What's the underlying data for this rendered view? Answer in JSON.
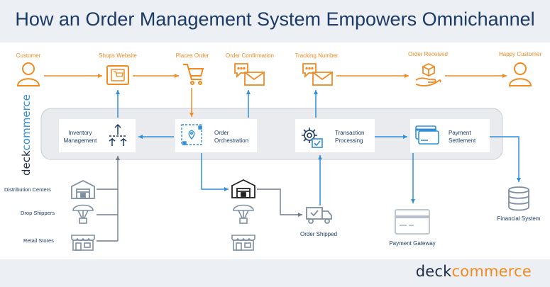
{
  "title": "How an Order Management System Empowers Omnichannel",
  "brand": {
    "deck": "deck",
    "commerce": "commerce"
  },
  "colors": {
    "orange": "#f18a21",
    "blue": "#2f8fda",
    "navy": "#1b3a66",
    "gray": "#7f8fa0"
  },
  "journey": {
    "customer": "Customer",
    "shops_website": "Shops Website",
    "places_order": "Places Order",
    "order_confirmation": "Order Confirmation",
    "tracking_number": "Tracking Number",
    "order_received": "Order Received",
    "happy_customer": "Happy Customer"
  },
  "oms": {
    "inventory_1": "Inventory",
    "inventory_2": "Management",
    "orchestration_1": "Order",
    "orchestration_2": "Orchestration",
    "transaction_1": "Transaction",
    "transaction_2": "Processing",
    "payment_1": "Payment",
    "payment_2": "Settlement"
  },
  "sources": {
    "distribution_centers": "Distribution Centers",
    "drop_shippers": "Drop Shippers",
    "retail_stores": "Retail Stores"
  },
  "outputs": {
    "order_shipped": "Order Shipped",
    "payment_gateway": "Payment Gateway",
    "financial_system": "Financial System"
  },
  "icons": [
    "person-icon",
    "tablet-cart-icon",
    "cart-icon",
    "chat-mail-icon",
    "box-hand-icon",
    "warehouse-icon",
    "parachute-icon",
    "store-icon",
    "truck-icon",
    "gateway-icon",
    "database-icon",
    "gear-icon",
    "card-icon",
    "pin-icon",
    "arrows-icon"
  ]
}
